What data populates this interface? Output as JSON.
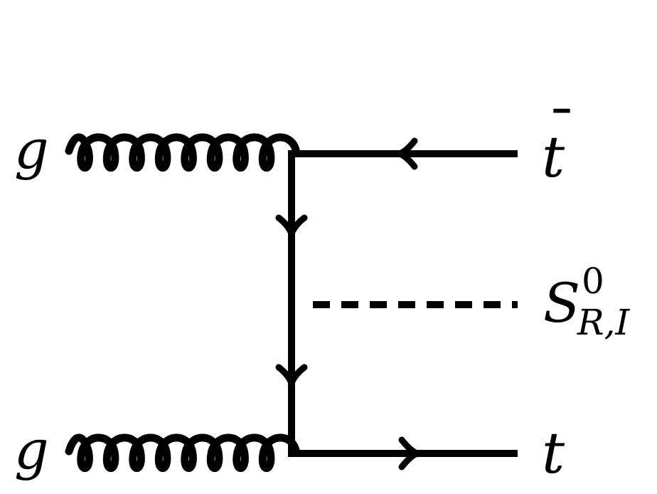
{
  "diagram": {
    "stroke_color": "#000000",
    "background": "#ffffff",
    "labels": {
      "gluon_top": "g",
      "gluon_bottom": "g",
      "antitop": "t",
      "antitop_bar": "¯",
      "top": "t",
      "scalar_base": "S",
      "scalar_sup": "0",
      "scalar_sub": "R,I"
    },
    "lines": [
      {
        "name": "gluon-line-top",
        "kind": "gluon"
      },
      {
        "name": "gluon-line-bottom",
        "kind": "gluon"
      },
      {
        "name": "antitop-line",
        "kind": "fermion"
      },
      {
        "name": "top-line",
        "kind": "fermion"
      },
      {
        "name": "propagator-upper",
        "kind": "fermion"
      },
      {
        "name": "propagator-lower",
        "kind": "fermion"
      },
      {
        "name": "scalar-line",
        "kind": "scalar-dashed"
      }
    ]
  }
}
